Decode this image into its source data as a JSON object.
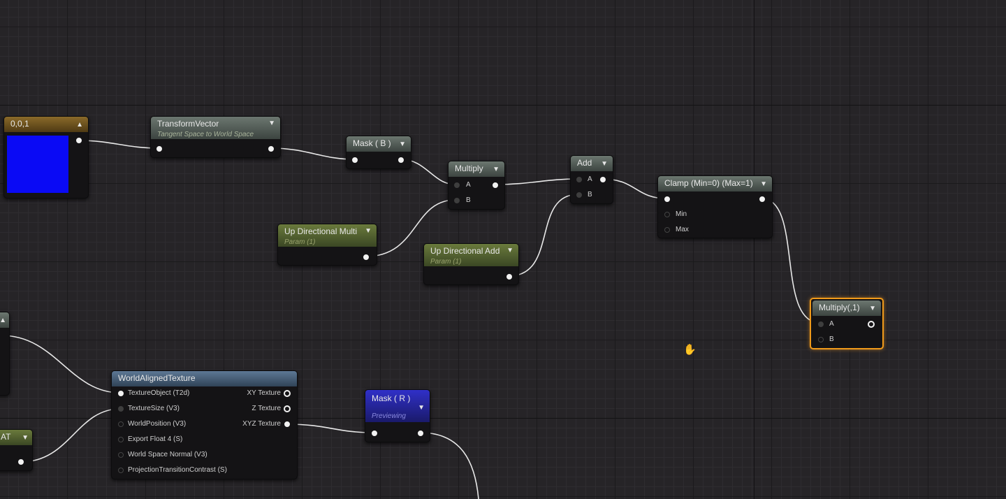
{
  "nodes": {
    "constant": {
      "title": "0,0,1",
      "swatch_color": "#0a0af5"
    },
    "transform_vector": {
      "title": "TransformVector",
      "subtitle": "Tangent Space to World Space"
    },
    "mask_b": {
      "title": "Mask ( B )"
    },
    "multiply": {
      "title": "Multiply",
      "in_a": "A",
      "in_b": "B"
    },
    "add": {
      "title": "Add",
      "in_a": "A",
      "in_b": "B"
    },
    "clamp": {
      "title": "Clamp (Min=0) (Max=1)",
      "in_min": "Min",
      "in_max": "Max"
    },
    "up_multi": {
      "title": "Up Directional Multi",
      "subtitle": "Param (1)"
    },
    "up_add": {
      "title": "Up Directional Add",
      "subtitle": "Param (1)"
    },
    "multiply_1": {
      "title": "Multiply(,1)",
      "in_a": "A",
      "in_b": "B"
    },
    "world_aligned": {
      "title": "WorldAlignedTexture",
      "inputs": [
        "TextureObject (T2d)",
        "TextureSize (V3)",
        "WorldPosition (V3)",
        "Export Float 4 (S)",
        "World Space Normal (V3)",
        "ProjectionTransitionContrast (S)"
      ],
      "outputs": [
        "XY Texture",
        "Z Texture",
        "XYZ Texture"
      ]
    },
    "mask_r": {
      "title": "Mask ( R )",
      "subtitle": "Previewing"
    },
    "partial_left": {
      "title": "AT"
    }
  },
  "colors": {
    "selected_outline": "#f09a1a",
    "wire": "#e8e8e8",
    "preview_header": "#2e2ec0"
  },
  "icons": {
    "chevron": "chevron-down-icon",
    "collapse": "chevron-up-icon",
    "cursor": "hand-grab-icon"
  }
}
